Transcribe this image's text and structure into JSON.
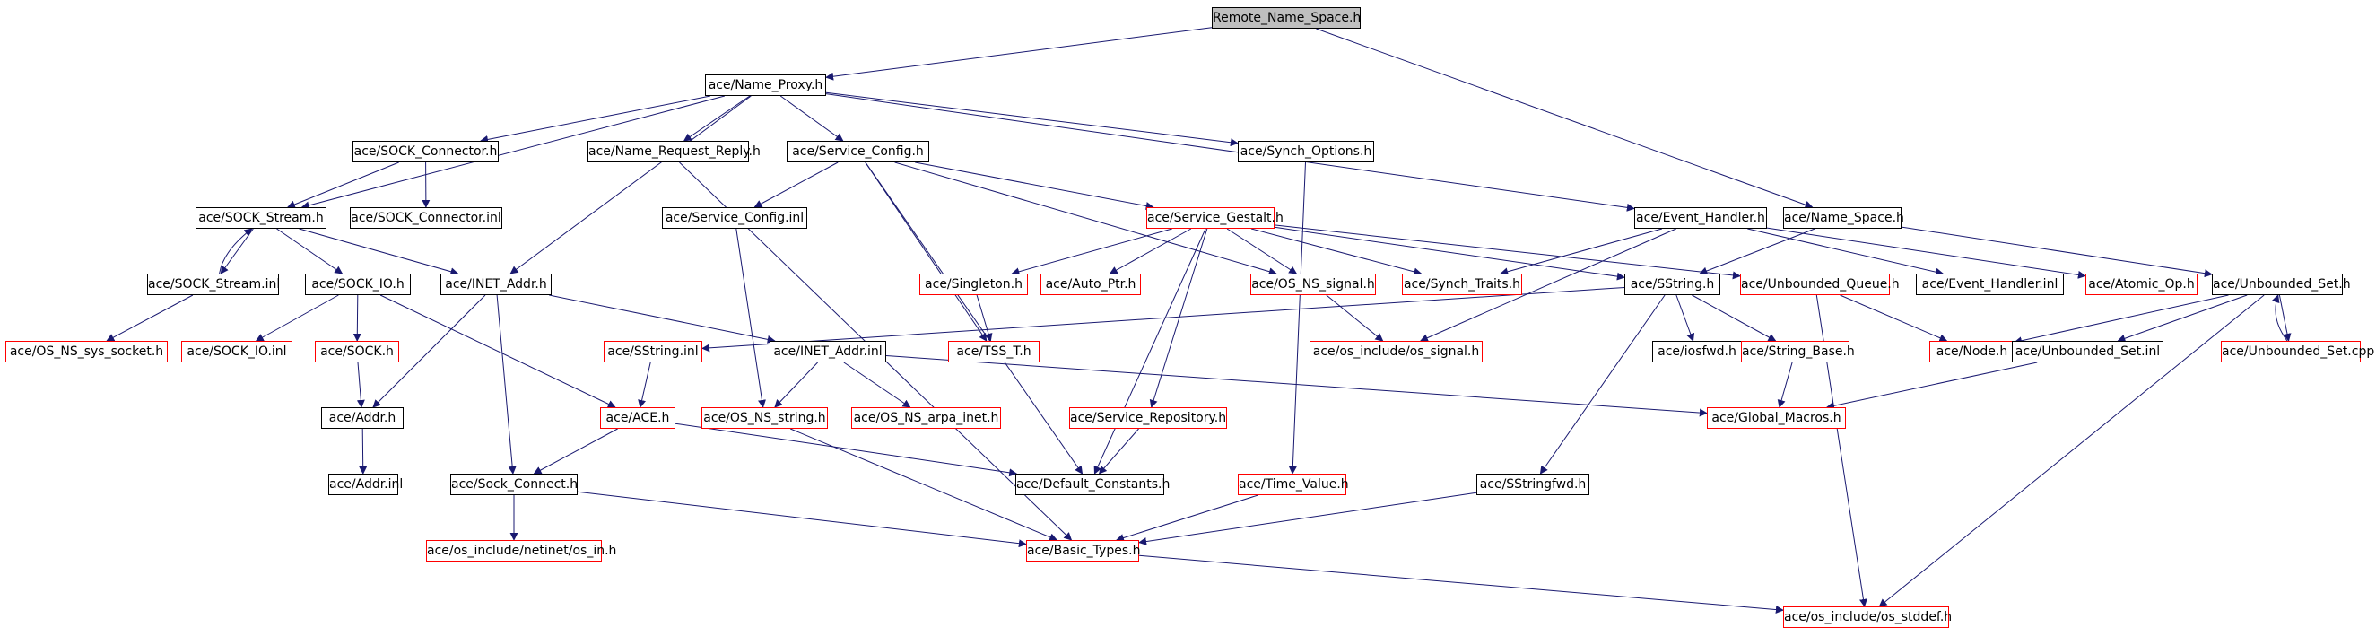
{
  "diagram": {
    "colors": {
      "edge": "#191970",
      "red_border": "#ff0000",
      "root_fill": "#bfbfbf"
    },
    "nodes": [
      {
        "id": "root",
        "label": "Remote_Name_Space.h",
        "style": "root"
      },
      {
        "id": "name_proxy",
        "label": "ace/Name_Proxy.h",
        "style": "black"
      },
      {
        "id": "sock_connector",
        "label": "ace/SOCK_Connector.h",
        "style": "black"
      },
      {
        "id": "name_req",
        "label": "ace/Name_Request_Reply.h",
        "style": "black"
      },
      {
        "id": "service_config",
        "label": "ace/Service_Config.h",
        "style": "black"
      },
      {
        "id": "synch_options",
        "label": "ace/Synch_Options.h",
        "style": "black"
      },
      {
        "id": "sock_stream",
        "label": "ace/SOCK_Stream.h",
        "style": "black"
      },
      {
        "id": "sock_connector_inl",
        "label": "ace/SOCK_Connector.inl",
        "style": "black"
      },
      {
        "id": "service_config_inl",
        "label": "ace/Service_Config.inl",
        "style": "black"
      },
      {
        "id": "service_gestalt",
        "label": "ace/Service_Gestalt.h",
        "style": "red"
      },
      {
        "id": "event_handler",
        "label": "ace/Event_Handler.h",
        "style": "black"
      },
      {
        "id": "name_space",
        "label": "ace/Name_Space.h",
        "style": "black"
      },
      {
        "id": "sock_stream_inl",
        "label": "ace/SOCK_Stream.inl",
        "style": "black"
      },
      {
        "id": "sock_io",
        "label": "ace/SOCK_IO.h",
        "style": "black"
      },
      {
        "id": "inet_addr",
        "label": "ace/INET_Addr.h",
        "style": "black"
      },
      {
        "id": "singleton",
        "label": "ace/Singleton.h",
        "style": "red"
      },
      {
        "id": "auto_ptr",
        "label": "ace/Auto_Ptr.h",
        "style": "red"
      },
      {
        "id": "os_ns_signal",
        "label": "ace/OS_NS_signal.h",
        "style": "red"
      },
      {
        "id": "synch_traits",
        "label": "ace/Synch_Traits.h",
        "style": "red"
      },
      {
        "id": "sstring",
        "label": "ace/SString.h",
        "style": "black"
      },
      {
        "id": "unbounded_queue",
        "label": "ace/Unbounded_Queue.h",
        "style": "red"
      },
      {
        "id": "event_handler_inl",
        "label": "ace/Event_Handler.inl",
        "style": "black"
      },
      {
        "id": "atomic_op",
        "label": "ace/Atomic_Op.h",
        "style": "red"
      },
      {
        "id": "unbounded_set",
        "label": "ace/Unbounded_Set.h",
        "style": "black"
      },
      {
        "id": "os_ns_sys_socket",
        "label": "ace/OS_NS_sys_socket.h",
        "style": "red"
      },
      {
        "id": "sock_io_inl",
        "label": "ace/SOCK_IO.inl",
        "style": "red"
      },
      {
        "id": "sock",
        "label": "ace/SOCK.h",
        "style": "red"
      },
      {
        "id": "sstring_inl",
        "label": "ace/SString.inl",
        "style": "red"
      },
      {
        "id": "inet_addr_inl",
        "label": "ace/INET_Addr.inl",
        "style": "black"
      },
      {
        "id": "tss_t",
        "label": "ace/TSS_T.h",
        "style": "red"
      },
      {
        "id": "os_signal",
        "label": "ace/os_include/os_signal.h",
        "style": "red"
      },
      {
        "id": "iosfwd",
        "label": "ace/iosfwd.h",
        "style": "black"
      },
      {
        "id": "string_base",
        "label": "ace/String_Base.h",
        "style": "red"
      },
      {
        "id": "node",
        "label": "ace/Node.h",
        "style": "red"
      },
      {
        "id": "unbounded_set_inl",
        "label": "ace/Unbounded_Set.inl",
        "style": "black"
      },
      {
        "id": "unbounded_set_cpp",
        "label": "ace/Unbounded_Set.cpp",
        "style": "red"
      },
      {
        "id": "addr",
        "label": "ace/Addr.h",
        "style": "black"
      },
      {
        "id": "ace_h",
        "label": "ace/ACE.h",
        "style": "red"
      },
      {
        "id": "os_ns_string",
        "label": "ace/OS_NS_string.h",
        "style": "red"
      },
      {
        "id": "os_ns_arpa_inet",
        "label": "ace/OS_NS_arpa_inet.h",
        "style": "red"
      },
      {
        "id": "service_repository",
        "label": "ace/Service_Repository.h",
        "style": "red"
      },
      {
        "id": "global_macros",
        "label": "ace/Global_Macros.h",
        "style": "red"
      },
      {
        "id": "addr_inl",
        "label": "ace/Addr.inl",
        "style": "black"
      },
      {
        "id": "sock_connect",
        "label": "ace/Sock_Connect.h",
        "style": "black"
      },
      {
        "id": "default_constants",
        "label": "ace/Default_Constants.h",
        "style": "black"
      },
      {
        "id": "time_value",
        "label": "ace/Time_Value.h",
        "style": "red"
      },
      {
        "id": "sstringfwd",
        "label": "ace/SStringfwd.h",
        "style": "black"
      },
      {
        "id": "os_in",
        "label": "ace/os_include/netinet/os_in.h",
        "style": "red"
      },
      {
        "id": "basic_types",
        "label": "ace/Basic_Types.h",
        "style": "red"
      },
      {
        "id": "os_stddef",
        "label": "ace/os_include/os_stddef.h",
        "style": "red"
      }
    ],
    "edges": [
      [
        "root",
        "name_proxy"
      ],
      [
        "root",
        "name_space"
      ],
      [
        "name_proxy",
        "sock_connector"
      ],
      [
        "name_proxy",
        "name_req"
      ],
      [
        "name_proxy",
        "service_config"
      ],
      [
        "name_proxy",
        "synch_options"
      ],
      [
        "name_proxy",
        "sock_stream"
      ],
      [
        "name_proxy",
        "inet_addr"
      ],
      [
        "name_proxy",
        "event_handler"
      ],
      [
        "sock_connector",
        "sock_stream"
      ],
      [
        "sock_connector",
        "sock_connector_inl"
      ],
      [
        "sock_stream",
        "sock_stream_inl"
      ],
      [
        "sock_stream_inl",
        "sock_stream"
      ],
      [
        "sock_stream",
        "sock_io"
      ],
      [
        "sock_stream",
        "inet_addr"
      ],
      [
        "sock_stream_inl",
        "os_ns_sys_socket"
      ],
      [
        "sock_io",
        "sock_io_inl"
      ],
      [
        "sock_io",
        "sock"
      ],
      [
        "sock_io",
        "ace_h"
      ],
      [
        "sock",
        "addr"
      ],
      [
        "inet_addr",
        "inet_addr_inl"
      ],
      [
        "inet_addr",
        "addr"
      ],
      [
        "inet_addr",
        "sock_connect"
      ],
      [
        "addr",
        "addr_inl"
      ],
      [
        "ace_h",
        "sock_connect"
      ],
      [
        "ace_h",
        "default_constants"
      ],
      [
        "sock_connect",
        "os_in"
      ],
      [
        "sock_connect",
        "basic_types"
      ],
      [
        "name_req",
        "basic_types"
      ],
      [
        "service_config",
        "service_config_inl"
      ],
      [
        "service_config",
        "service_gestalt"
      ],
      [
        "service_config",
        "os_ns_signal"
      ],
      [
        "service_config",
        "tss_t"
      ],
      [
        "service_config",
        "default_constants"
      ],
      [
        "service_config_inl",
        "os_ns_string"
      ],
      [
        "service_gestalt",
        "singleton"
      ],
      [
        "service_gestalt",
        "auto_ptr"
      ],
      [
        "service_gestalt",
        "os_ns_signal"
      ],
      [
        "service_gestalt",
        "synch_traits"
      ],
      [
        "service_gestalt",
        "sstring"
      ],
      [
        "service_gestalt",
        "unbounded_queue"
      ],
      [
        "service_gestalt",
        "service_repository"
      ],
      [
        "service_gestalt",
        "default_constants"
      ],
      [
        "singleton",
        "tss_t"
      ],
      [
        "os_ns_signal",
        "os_signal"
      ],
      [
        "service_repository",
        "default_constants"
      ],
      [
        "synch_options",
        "time_value"
      ],
      [
        "time_value",
        "basic_types"
      ],
      [
        "event_handler",
        "event_handler_inl"
      ],
      [
        "event_handler",
        "atomic_op"
      ],
      [
        "event_handler",
        "synch_traits"
      ],
      [
        "event_handler",
        "os_signal"
      ],
      [
        "name_space",
        "sstring"
      ],
      [
        "name_space",
        "unbounded_set"
      ],
      [
        "sstring",
        "sstring_inl"
      ],
      [
        "sstring",
        "iosfwd"
      ],
      [
        "sstring",
        "string_base"
      ],
      [
        "sstring",
        "sstringfwd"
      ],
      [
        "sstring_inl",
        "ace_h"
      ],
      [
        "string_base",
        "global_macros"
      ],
      [
        "inet_addr_inl",
        "os_ns_string"
      ],
      [
        "inet_addr_inl",
        "os_ns_arpa_inet"
      ],
      [
        "inet_addr_inl",
        "global_macros"
      ],
      [
        "os_ns_string",
        "basic_types"
      ],
      [
        "sstringfwd",
        "basic_types"
      ],
      [
        "unbounded_queue",
        "node"
      ],
      [
        "unbounded_queue",
        "os_stddef"
      ],
      [
        "unbounded_set",
        "node"
      ],
      [
        "unbounded_set",
        "unbounded_set_inl"
      ],
      [
        "unbounded_set",
        "unbounded_set_cpp"
      ],
      [
        "unbounded_set_cpp",
        "unbounded_set"
      ],
      [
        "unbounded_set",
        "os_stddef"
      ],
      [
        "unbounded_set_inl",
        "global_macros"
      ],
      [
        "basic_types",
        "os_stddef"
      ]
    ]
  }
}
